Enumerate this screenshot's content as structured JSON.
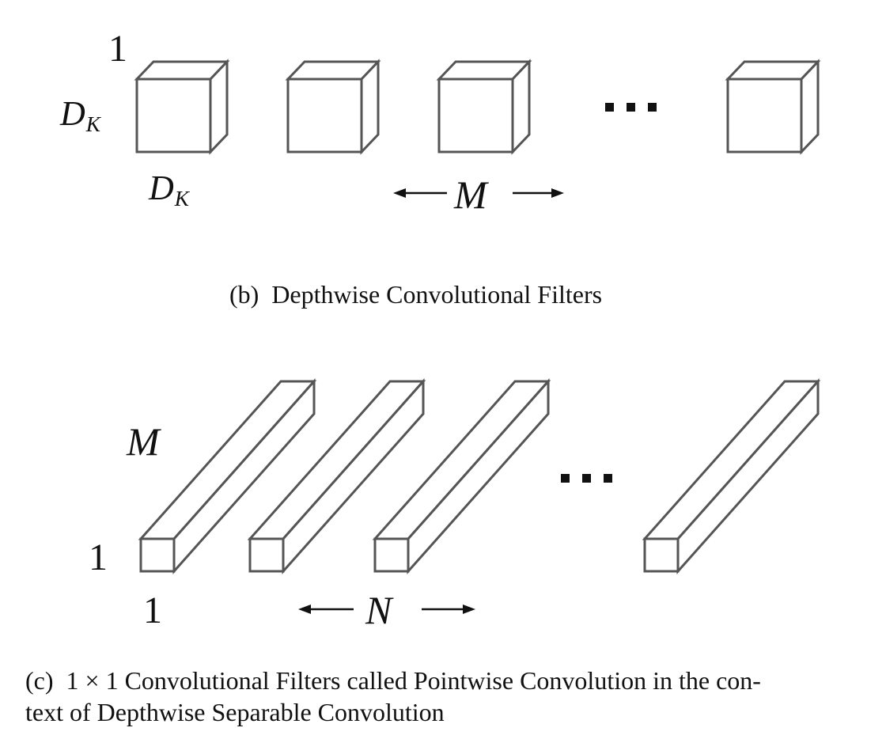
{
  "depthwise": {
    "top_label": "1",
    "height_label": {
      "base": "D",
      "sub": "K"
    },
    "width_label": {
      "base": "D",
      "sub": "K"
    },
    "count_label": "M",
    "ellipsis": "...",
    "caption_tag": "(b)",
    "caption": "Depthwise Convolutional Filters"
  },
  "pointwise": {
    "depth_label": "M",
    "height_label": "1",
    "width_label": "1",
    "count_label": "N",
    "ellipsis": "...",
    "caption_tag": "(c)",
    "caption_math": "1 × 1",
    "caption_line1": "Convolutional Filters called Pointwise Convolution in the con-",
    "caption_line2": "text of Depthwise Separable Convolution"
  },
  "colors": {
    "stroke": "#555555",
    "text": "#111111",
    "dots": "#111111"
  }
}
